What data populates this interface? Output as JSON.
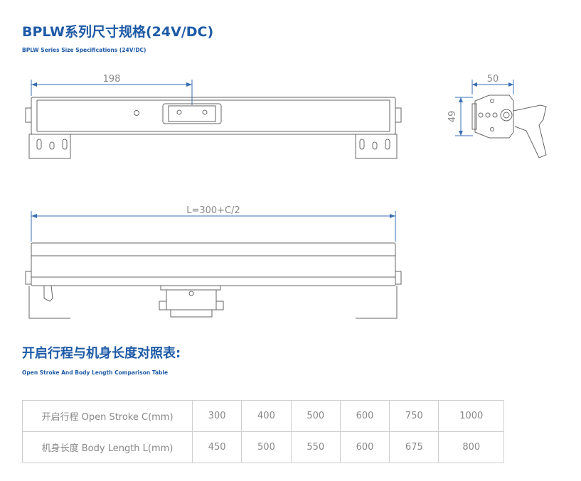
{
  "header": {
    "title": "BPLW系列尺寸规格(24V/DC)",
    "subtitle": "BPLW Series Size Specifications (24V/DC)"
  },
  "drawing": {
    "dim_top_length": "198",
    "dim_side_width": "50",
    "dim_side_height": "49",
    "dim_total_length": "L=300+C/2"
  },
  "table_section": {
    "title": "开启行程与机身长度对照表:",
    "subtitle": "Open Stroke And Body Length Comparison Table"
  },
  "table": {
    "rows": [
      {
        "label": "开启行程 Open Stroke  C(mm)",
        "values": [
          "300",
          "400",
          "500",
          "600",
          "750",
          "1000"
        ]
      },
      {
        "label": "机身长度 Body Length  L(mm)",
        "values": [
          "450",
          "500",
          "550",
          "600",
          "675",
          "800"
        ]
      }
    ]
  },
  "colors": {
    "accent": "#1d5aa6",
    "dimension_line": "#3a6fb0",
    "outline": "#666666"
  }
}
